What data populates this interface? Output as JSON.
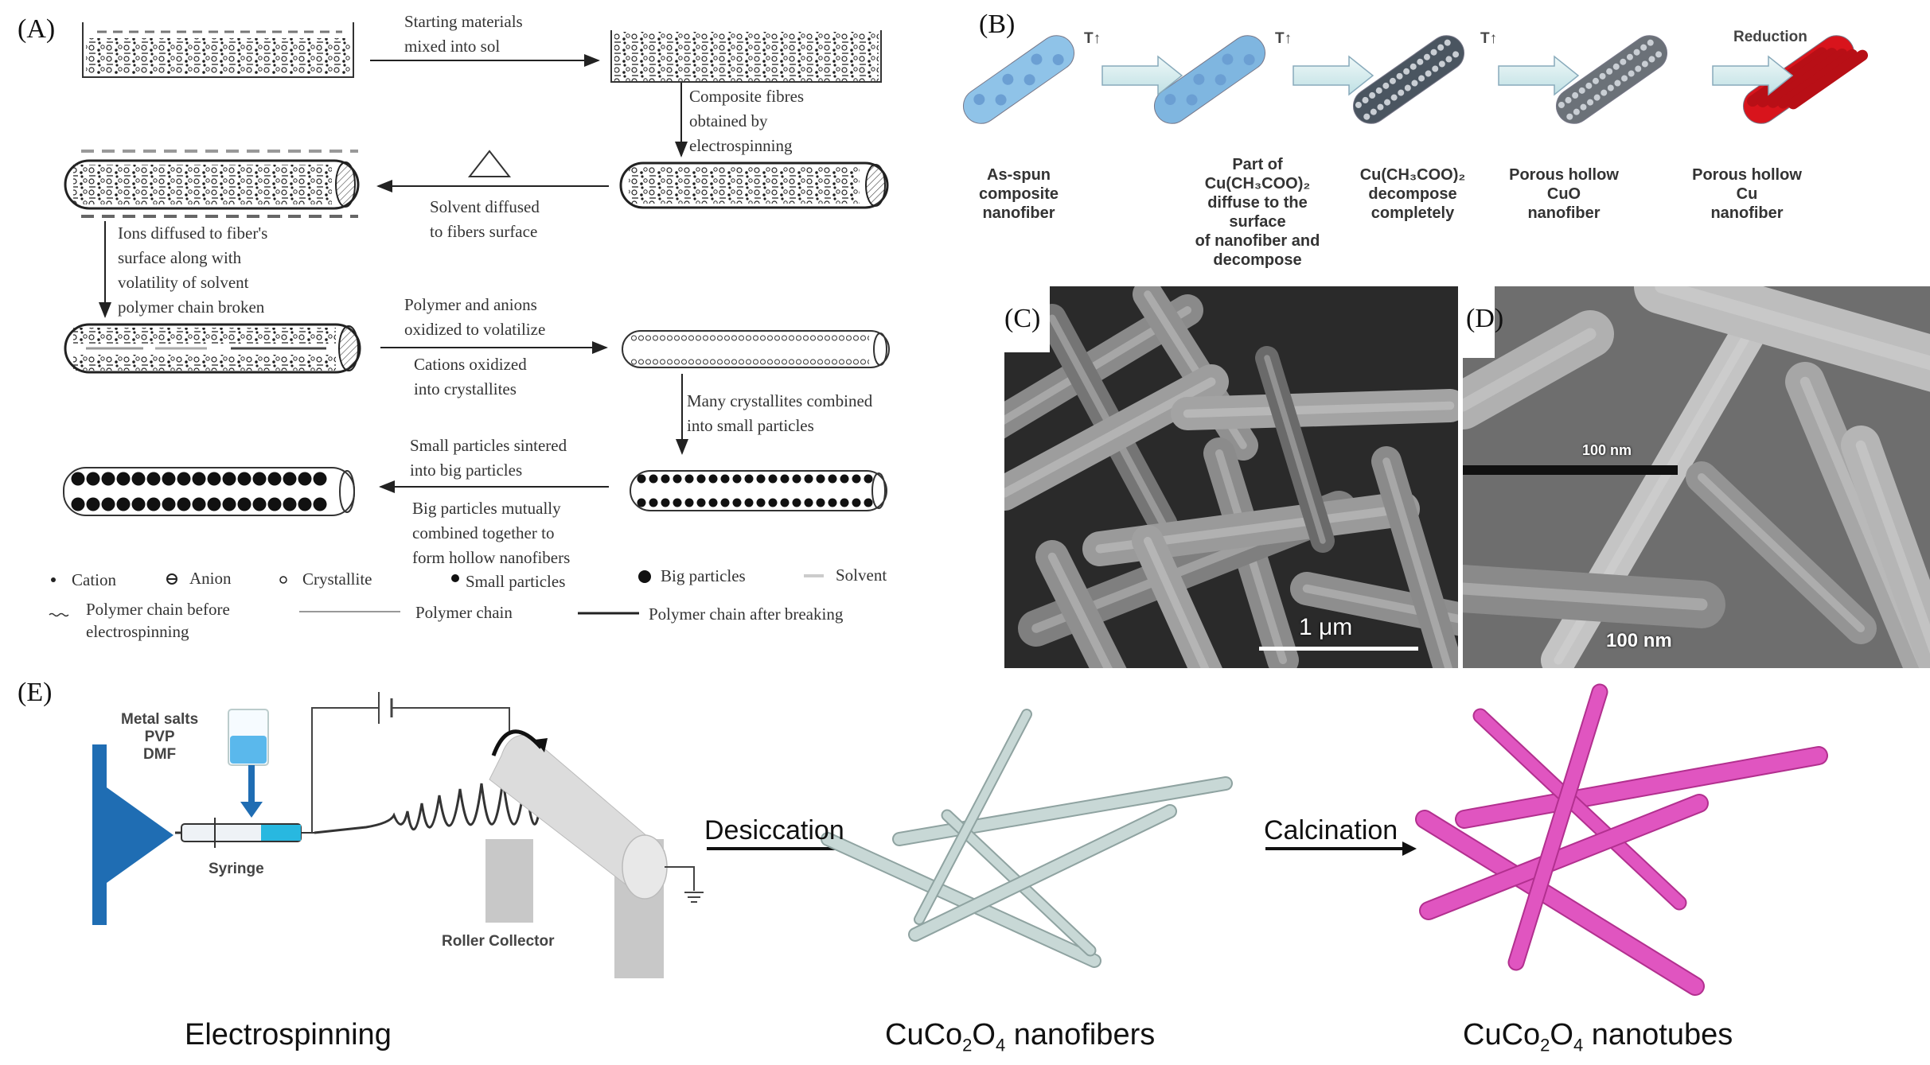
{
  "panels": {
    "A": {
      "label": "(A)",
      "steps": [
        {
          "lines": [
            "Starting materials",
            "mixed into sol"
          ]
        },
        {
          "lines": [
            "Composite fibres",
            "obtained by",
            "electrospinning"
          ]
        },
        {
          "lines": [
            "Solvent diffused",
            "to fibers surface"
          ]
        },
        {
          "lines": [
            "Ions diffused to fiber's",
            "surface along with",
            "volatility of solvent",
            "polymer chain broken"
          ]
        },
        {
          "lines": [
            "Polymer and anions",
            "oxidized to volatilize"
          ]
        },
        {
          "lines": [
            "Cations oxidized",
            "into crystallites"
          ]
        },
        {
          "lines": [
            "Many crystallites combined",
            "into small particles"
          ]
        },
        {
          "lines": [
            "Small particles sintered",
            "into big particles"
          ]
        },
        {
          "lines": [
            "Big particles mutually",
            "combined together to",
            "form hollow nanofibers"
          ]
        }
      ],
      "heat_symbol": "△",
      "legend": [
        {
          "icon": "cation",
          "label": "Cation"
        },
        {
          "icon": "anion",
          "label": "Anion"
        },
        {
          "icon": "crystallite",
          "label": "Crystallite"
        },
        {
          "icon": "small-particles",
          "label": "Small particles"
        },
        {
          "icon": "big-particles",
          "label": "Big particles"
        },
        {
          "icon": "solvent",
          "label": "Solvent"
        },
        {
          "icon": "polymer-chain-before",
          "label": "Polymer chain before electrospinning"
        },
        {
          "icon": "polymer-chain",
          "label": "Polymer chain"
        },
        {
          "icon": "polymer-chain-after",
          "label": "Polymer chain after breaking"
        }
      ]
    },
    "B": {
      "label": "(B)",
      "arrows": [
        {
          "label": "T",
          "symbol": "↑"
        },
        {
          "label": "T",
          "symbol": "↑"
        },
        {
          "label": "T",
          "symbol": "↑"
        },
        {
          "label": "Reduction",
          "symbol": ""
        }
      ],
      "stages": [
        {
          "lines": [
            "As-spun",
            "composite",
            "nanofiber"
          ],
          "color": "#8fc3e8"
        },
        {
          "lines": [
            "Part of",
            "Cu(CH₃COO)₂",
            "diffuse to the surface",
            "of nanofiber and",
            "decompose"
          ],
          "color": "#7fb6e0"
        },
        {
          "lines": [
            "Cu(CH₃COO)₂",
            "decompose",
            "completely"
          ],
          "color": "#4a5560"
        },
        {
          "lines": [
            "Porous hollow",
            "CuO",
            "nanofiber"
          ],
          "color": "#6b7178"
        },
        {
          "lines": [
            "Porous hollow",
            "Cu",
            "nanofiber"
          ],
          "color": "#d8141c"
        }
      ]
    },
    "C": {
      "label": "(C)",
      "scale_bar": "1 μm"
    },
    "D": {
      "label": "(D)",
      "scale_bar": "100 nm",
      "inset_scale_bar": "100 nm"
    },
    "E": {
      "label": "(E)",
      "solution_lines": [
        "Metal salts",
        "PVP",
        "DMF"
      ],
      "syringe_label": "Syringe",
      "collector_label": "Roller Collector",
      "step1_label": "Desiccation",
      "step2_label": "Calcination",
      "captions": {
        "electrospinning": "Electrospinning",
        "nanofibers": {
          "formula_parts": [
            "CuCo",
            "2",
            "O",
            "4"
          ],
          "suffix": " nanofibers"
        },
        "nanotubes": {
          "formula_parts": [
            "CuCo",
            "2",
            "O",
            "4"
          ],
          "suffix": " nanotubes"
        }
      },
      "colors": {
        "accent_blue": "#1f6db3",
        "fiber_gray": "#c8d8d6",
        "tube_pink": "#e055c0",
        "syringe_cyan": "#28b8e0"
      }
    }
  }
}
